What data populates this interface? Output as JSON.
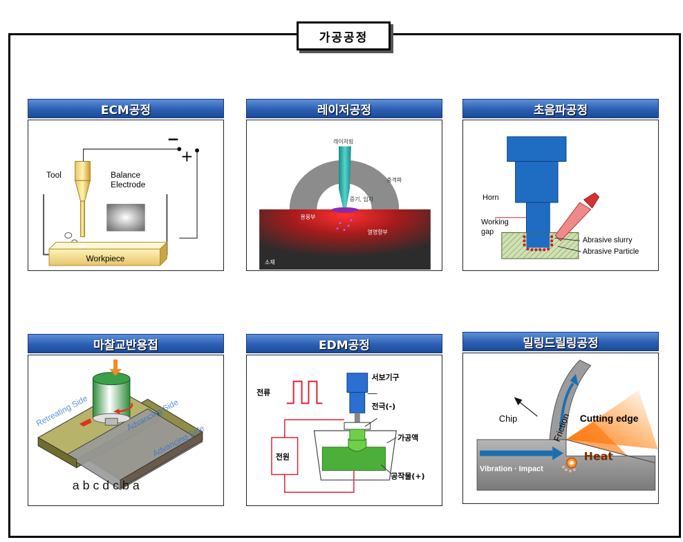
{
  "page_title": "가공공정",
  "panels": {
    "ecm": {
      "title": "ECM공정",
      "minus": "−",
      "plus": "+",
      "tool": "Tool",
      "balance": "Balance",
      "electrode": "Electrode",
      "workpiece": "Workpiece"
    },
    "laser": {
      "title": "레이저공정",
      "beam": "레이저빔",
      "shock": "충격파",
      "vapor": "증기, 입자",
      "melt": "용융부",
      "heat_zone": "열영향부",
      "material": "소재"
    },
    "ultra": {
      "title": "초음파공정",
      "horn": "Horn",
      "working": "Working",
      "gap": "gap",
      "slurry": "Abrasive slurry",
      "particle": "Abrasive Particle"
    },
    "fsw": {
      "title": "마찰교반용접",
      "retreating": "Retreating Side",
      "advancing1": "Advancing Side",
      "advancing2": "Advancing Side",
      "letters": "a b c d c b a"
    },
    "edm": {
      "title": "EDM공정",
      "current": "전류",
      "servo": "서보기구",
      "electrode": "전극(-)",
      "fluid": "가공액",
      "power": "전원",
      "workpiece": "공작물(+)"
    },
    "mill": {
      "title": "밀링드릴링공정",
      "chip": "Chip",
      "friction": "Friction",
      "cutting_edge": "Cutting edge",
      "heat": "Heat",
      "vibration": "Vibration · Impact"
    }
  }
}
